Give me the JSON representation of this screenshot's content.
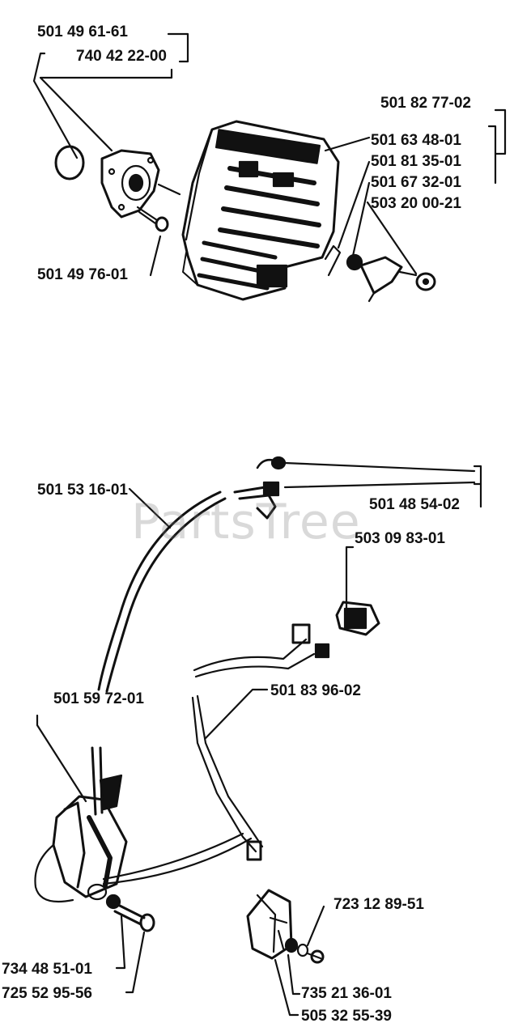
{
  "watermark": "PartsTree",
  "labels": {
    "p501_49_61_61": "501 49 61-61",
    "p740_42_22_00": "740 42 22-00",
    "p501_49_76_01": "501 49 76-01",
    "p501_82_77_02": "501 82 77-02",
    "p501_63_48_01": "501 63 48-01",
    "p501_81_35_01": "501 81 35-01",
    "p501_67_32_01": "501 67 32-01",
    "p503_20_00_21": "503 20 00-21",
    "p501_53_16_01": "501 53 16-01",
    "p501_48_54_02": "501 48 54-02",
    "p503_09_83_01": "503 09 83-01",
    "p501_59_72_01": "501 59 72-01",
    "p501_83_96_02": "501 83 96-02",
    "p723_12_89_51": "723 12 89-51",
    "p734_48_51_01": "734 48 51-01",
    "p725_52_95_56": "725 52 95-56",
    "p735_21_36_01": "735 21 36-01",
    "p505_32_55_39": "505 32 55-39"
  },
  "colors": {
    "ink": "#111111",
    "watermark": "#787878"
  }
}
